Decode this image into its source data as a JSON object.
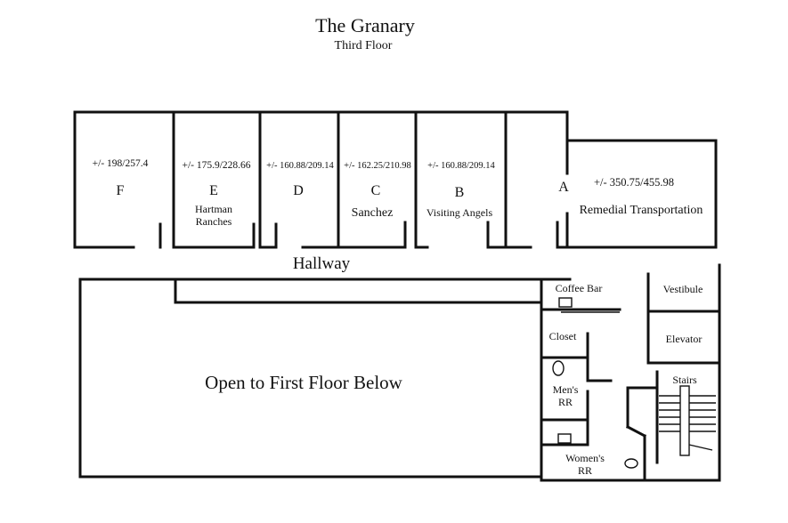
{
  "header": {
    "title": "The Granary",
    "subtitle": "Third Floor"
  },
  "units": [
    {
      "id": "F",
      "area": "+/- 198/257.4",
      "tenant_lines": []
    },
    {
      "id": "E",
      "area": "+/- 175.9/228.66",
      "tenant_lines": [
        "Hartman",
        "Ranches"
      ]
    },
    {
      "id": "D",
      "area": "+/- 160.88/209.14",
      "tenant_lines": []
    },
    {
      "id": "C",
      "area": "+/- 162.25/210.98",
      "tenant_lines": [
        "Sanchez"
      ]
    },
    {
      "id": "B",
      "area": "+/- 160.88/209.14",
      "tenant_lines": [
        "Visiting Angels"
      ]
    },
    {
      "id": "A",
      "area": "+/- 350.75/455.98",
      "tenant_lines": [
        "Remedial Transportation"
      ]
    }
  ],
  "spaces": {
    "hallway": "Hallway",
    "open_area": "Open to First Floor Below",
    "coffee_bar": "Coffee Bar",
    "closet": "Closet",
    "mens_rr": [
      "Men's",
      "RR"
    ],
    "womens_rr": [
      "Women's",
      "RR"
    ],
    "vestibule": "Vestibule",
    "elevator": "Elevator",
    "stairs": "Stairs"
  }
}
